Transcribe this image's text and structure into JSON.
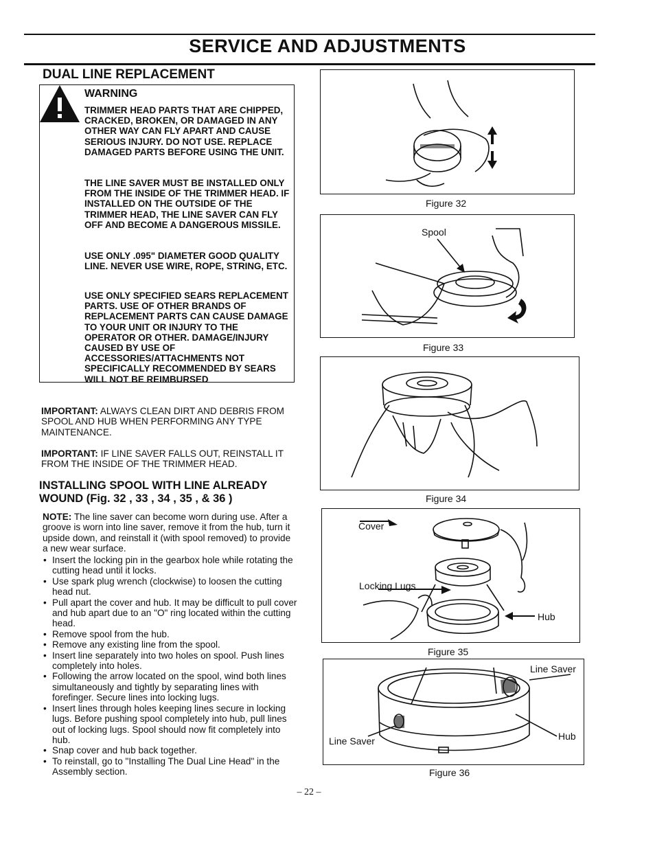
{
  "page": {
    "title": "SERVICE AND ADJUSTMENTS",
    "section_heading": "DUAL LINE REPLACEMENT",
    "page_number": "– 22 –"
  },
  "warning": {
    "title": "WARNING",
    "icon": "warning-triangle-icon",
    "paragraphs": [
      "TRIMMER HEAD PARTS THAT ARE CHIPPED, CRACKED, BROKEN, OR DAMAGED IN ANY OTHER WAY CAN FLY APART AND CAUSE SERIOUS INJURY. DO NOT USE. REPLACE DAMAGED PARTS BEFORE USING THE UNIT.",
      "THE LINE SAVER MUST BE INSTALLED ONLY FROM THE INSIDE OF THE TRIMMER HEAD. IF INSTALLED ON THE OUTSIDE OF THE TRIMMER HEAD, THE LINE SAVER CAN FLY OFF AND BECOME A DANGEROUS MISSILE.",
      "USE ONLY .095\" DIAMETER GOOD QUALITY LINE. NEVER USE WIRE, ROPE, STRING, ETC.",
      "USE ONLY SPECIFIED SEARS REPLACEMENT PARTS. USE OF OTHER BRANDS OF REPLACEMENT PARTS CAN CAUSE DAMAGE TO YOUR UNIT OR INJURY TO THE OPERATOR OR OTHER. DAMAGE/INJURY CAUSED BY USE OF ACCESSORIES/ATTACHMENTS NOT SPECIFICALLY RECOMMENDED BY SEARS WILL NOT BE REIMBURSED"
    ]
  },
  "important_1": {
    "label": "IMPORTANT:",
    "text": " ALWAYS CLEAN DIRT AND DEBRIS FROM SPOOL AND HUB WHEN PERFORMING ANY TYPE MAINTENANCE."
  },
  "important_2": {
    "label": "IMPORTANT:",
    "text": " IF LINE SAVER FALLS OUT, REINSTALL IT FROM THE INSIDE OF THE TRIMMER HEAD."
  },
  "install": {
    "heading": "INSTALLING SPOOL WITH LINE ALREADY WOUND (Fig. 32 , 33 , 34 , 35 , & 36 )",
    "note_label": "NOTE:",
    "note_text": " The line saver can become worn during use. After a groove is worn into line saver, remove it from the hub, turn it upside down, and reinstall it (with spool removed) to provide a new wear surface.",
    "steps": [
      "Insert the locking pin in the gearbox hole while rotating the cutting head until it locks.",
      "Use spark plug wrench (clockwise) to loosen the cutting head nut.",
      "Pull apart the cover and hub. It may be difficult to pull cover and hub apart due to an \"O\" ring located within the cutting head.",
      "Remove spool from the hub.",
      "Remove any existing line from the spool.",
      "Insert line separately into two holes on spool. Push lines completely into holes.",
      "Following the arrow located on the spool, wind both lines simultaneously and tightly by separating lines with forefinger. Secure lines into locking lugs.",
      "Insert lines through holes keeping lines secure in locking lugs. Before pushing spool completely into hub, pull lines out of locking lugs. Spool should now fit completely into hub.",
      "Snap cover and hub back together.",
      "To reinstall, go to \"Installing The Dual Line Head\" in the Assembly section."
    ]
  },
  "figures": {
    "fig32": {
      "caption": "Figure 32"
    },
    "fig33": {
      "caption": "Figure 33",
      "label_spool": "Spool"
    },
    "fig34": {
      "caption": "Figure 34"
    },
    "fig35": {
      "caption": "Figure 35",
      "label_cover": "Cover",
      "label_locking_lugs": "Locking Lugs",
      "label_hub": "Hub"
    },
    "fig36": {
      "caption": "Figure 36",
      "label_line_saver_top": "Line Saver",
      "label_line_saver_left": "Line Saver",
      "label_hub": "Hub"
    }
  }
}
